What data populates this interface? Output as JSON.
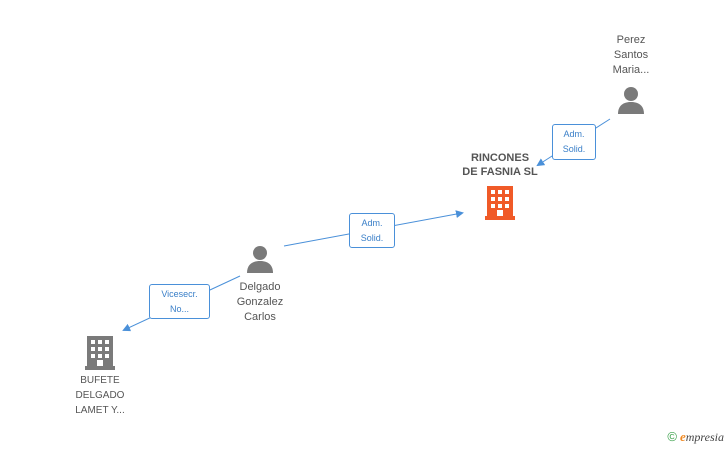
{
  "colors": {
    "edge": "#4a90d9",
    "person_icon": "#7a7a7a",
    "company_icon": "#7a7a7a",
    "focus_company_icon": "#f05a28"
  },
  "nodes": {
    "focus_company": {
      "lines": [
        "RINCONES",
        "DE FASNIA SL"
      ],
      "icon": "building-icon"
    },
    "person_top": {
      "lines": [
        "Perez",
        "Santos",
        "Maria..."
      ],
      "icon": "person-icon"
    },
    "person_middle": {
      "lines": [
        "Delgado",
        "Gonzalez",
        "Carlos"
      ],
      "icon": "person-icon"
    },
    "company_bottom": {
      "lines": [
        "BUFETE",
        "DELGADO",
        "LAMET Y..."
      ],
      "icon": "building-icon"
    }
  },
  "edges": {
    "top_to_focus": {
      "lines": [
        "Adm.",
        "Solid."
      ]
    },
    "middle_to_focus": {
      "lines": [
        "Adm.",
        "Solid."
      ]
    },
    "middle_to_bottom": {
      "lines": [
        "Vicesecr.",
        "No..."
      ]
    }
  },
  "watermark": {
    "copyright": "©",
    "brand_first": "e",
    "brand_rest": "mpresia"
  }
}
